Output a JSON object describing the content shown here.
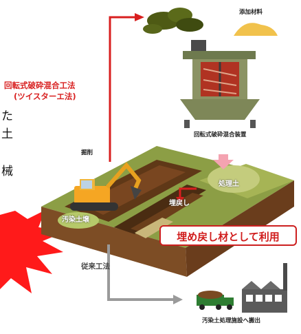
{
  "labels": {
    "additive": "添加材料",
    "method_title_line1": "回転式破砕混合工法",
    "method_title_line2": "(ツイスターエ法)",
    "mixer_device": "回転式破砕混合装置",
    "excavation": "掘削",
    "treated_soil": "処理土",
    "backfill": "埋戻し",
    "contaminated_soil": "汚染土壌",
    "callout": "埋め戻し材として利用",
    "conventional_method": "従来工法",
    "transport": "汚染土処理施設へ搬出"
  },
  "left_fragments": [
    "た",
    "土",
    "械"
  ],
  "colors": {
    "accent_red": "#d81f1f",
    "arrow_gray": "#9a9a9a",
    "soil_brown": "#8b5a2b",
    "ground_green": "#9bb24a",
    "burst_red": "#ff1a1a"
  }
}
